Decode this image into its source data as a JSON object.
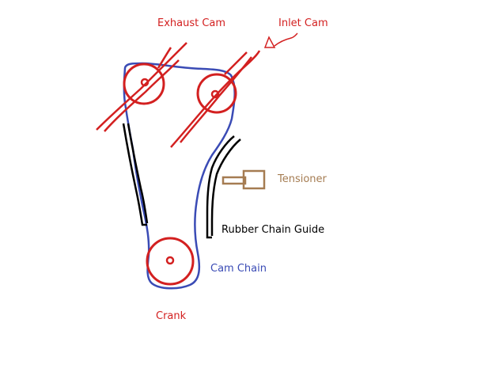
{
  "labels": {
    "exhaust_cam": "Exhaust Cam",
    "inlet_cam": "Inlet Cam",
    "tensioner": "Tensioner",
    "rubber_chain_guide": "Rubber Chain Guide",
    "cam_chain": "Cam Chain",
    "crank": "Crank"
  },
  "colors": {
    "cam_red": "#d32020",
    "chain_blue": "#3a4bb5",
    "guide_black": "#000000",
    "tensioner_brown": "#a57c52",
    "background": "#ffffff"
  }
}
